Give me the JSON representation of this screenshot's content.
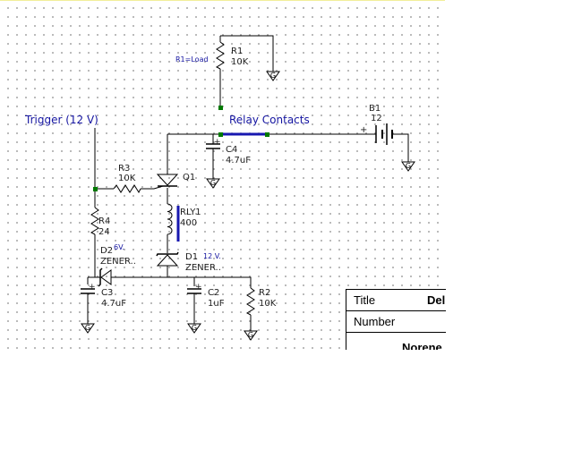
{
  "schematic": {
    "trigger_label": "Trigger (12 V)",
    "relay_contacts_label": "Relay Contacts",
    "ground_symbol_text": "G",
    "components": {
      "r1": {
        "ref": "R1",
        "value": "10K",
        "note": "R1=Load"
      },
      "b1": {
        "ref": "B1",
        "value": "12",
        "polarity_plus": "+"
      },
      "c4": {
        "ref": "C4",
        "value": "4.7uF",
        "polarity_plus": "+"
      },
      "r3": {
        "ref": "R3",
        "value": "10K"
      },
      "q1": {
        "ref": "Q1"
      },
      "rly1": {
        "ref": "RLY1",
        "value": "400"
      },
      "r4": {
        "ref": "R4",
        "value": "24"
      },
      "d2": {
        "ref": "D2",
        "value": "ZENER..",
        "note": "6V."
      },
      "d1": {
        "ref": "D1",
        "value": "ZENER..",
        "note": "12 V."
      },
      "c3": {
        "ref": "C3",
        "value": "4.7uF",
        "polarity_plus": "+"
      },
      "c2": {
        "ref": "C2",
        "value": "1uF",
        "polarity_plus": "+"
      },
      "r2": {
        "ref": "R2",
        "value": "10K"
      }
    }
  },
  "title_block": {
    "title_label": "Title",
    "title_value": "Del",
    "number_label": "Number",
    "footer_value": "Norene"
  },
  "colors": {
    "wire": "#000000",
    "annotation": "#1414a0",
    "node": "#007a00",
    "relay_bar": "#1818b0"
  }
}
